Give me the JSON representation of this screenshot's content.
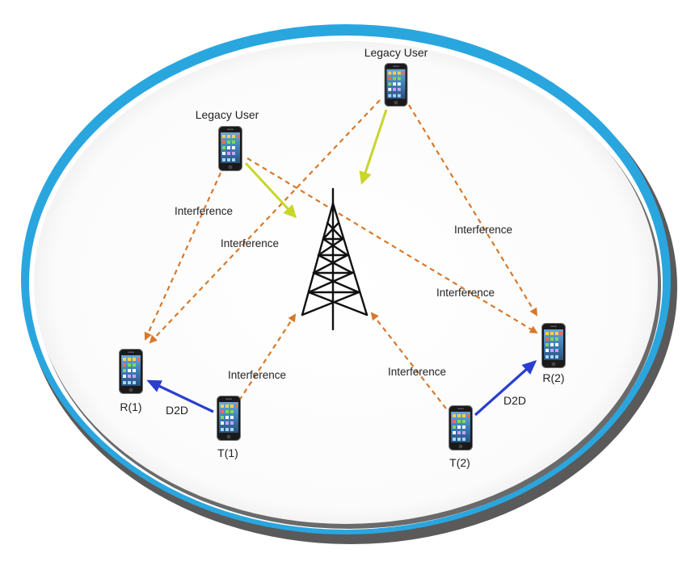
{
  "nodes": {
    "legacy_user_top": {
      "label": "Legacy User"
    },
    "legacy_user_left": {
      "label": "Legacy User"
    },
    "r1": {
      "label": "R(1)"
    },
    "r2": {
      "label": "R(2)"
    },
    "t1": {
      "label": "T(1)"
    },
    "t2": {
      "label": "T(2)"
    }
  },
  "edge_labels": {
    "interference_left_upper": "Interference",
    "interference_center_upper": "Interference",
    "interference_right_upper": "Interference",
    "interference_right_middle": "Interference",
    "interference_left_lower": "Interference",
    "interference_right_lower": "Interference",
    "d2d_left": "D2D",
    "d2d_right": "D2D"
  },
  "colors": {
    "cell_ring": "#2aa6df",
    "cell_shadow": "#555555",
    "interference": "#d8782a",
    "uplink": "#c8d62a",
    "d2d": "#2a3fd0",
    "tower": "#111111"
  },
  "icons": {
    "tower": "cell-tower-icon",
    "phone": "smartphone-icon"
  }
}
